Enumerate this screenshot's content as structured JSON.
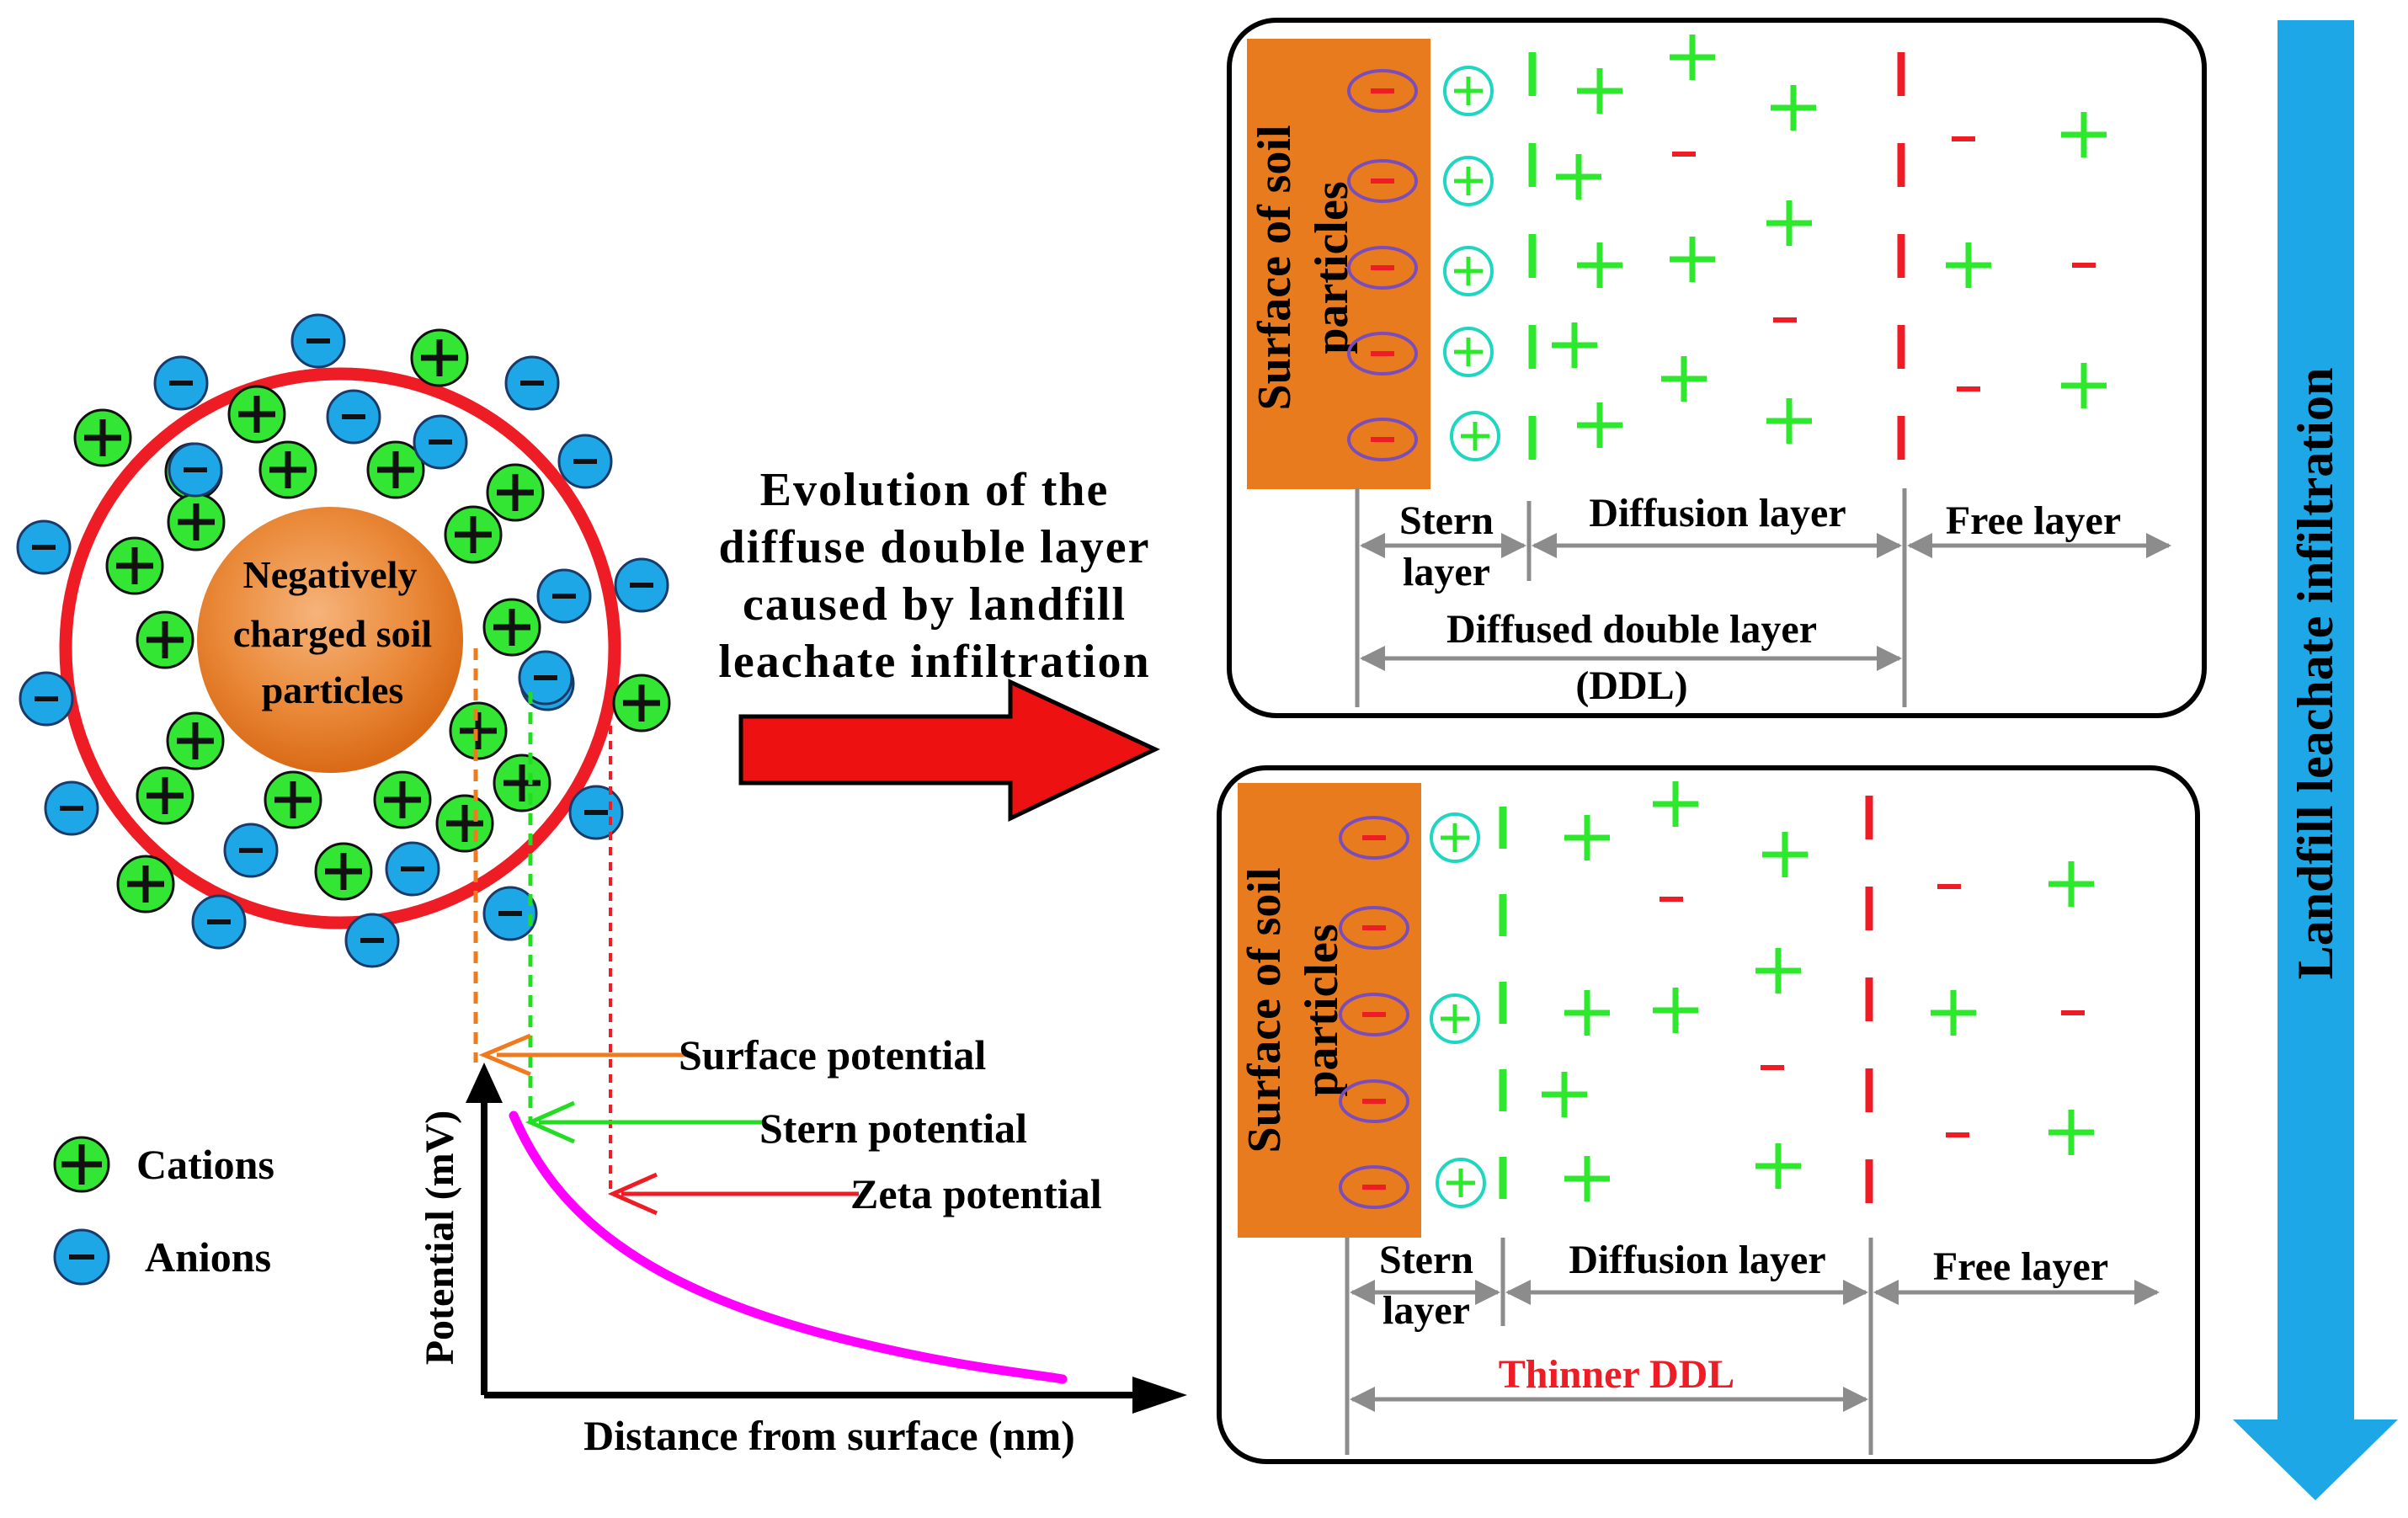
{
  "particle": {
    "label_lines": [
      "Negatively",
      "charged soil",
      "particles"
    ]
  },
  "legend": {
    "cations": "Cations",
    "anions": "Anions"
  },
  "evolution": {
    "lines": [
      "Evolution of the",
      "diffuse double layer",
      "caused by landfill",
      "leachate infiltration"
    ]
  },
  "potential_chart": {
    "surface": "Surface potential",
    "stern": "Stern potential",
    "zeta": "Zeta potential",
    "ylabel": "Potential (mV)",
    "xlabel": "Distance from surface (nm)"
  },
  "panel_top": {
    "surface_lines": [
      "Surface of soil",
      "particles"
    ],
    "stern_lines": [
      "Stern",
      "layer"
    ],
    "diffusion": "Diffusion layer",
    "free": "Free layer",
    "ddl_lines": [
      "Diffused double layer",
      "(DDL)"
    ]
  },
  "panel_bottom": {
    "surface_lines": [
      "Surface of soil",
      "particles"
    ],
    "stern_lines": [
      "Stern",
      "layer"
    ],
    "diffusion": "Diffusion layer",
    "free": "Free layer",
    "ddl": "Thinner DDL"
  },
  "side_arrow": {
    "label": "Landfill leachate infiltration"
  },
  "colors": {
    "cation_fill": "#33e633",
    "anion_fill": "#1ea7e6",
    "ring": "#ee1c25",
    "surface_block": "#e77b1e",
    "plus_green": "#2ee82e",
    "minus_red": "#ee1c25",
    "curve": "#ff00ff",
    "side_arrow": "#1ea7e6"
  }
}
